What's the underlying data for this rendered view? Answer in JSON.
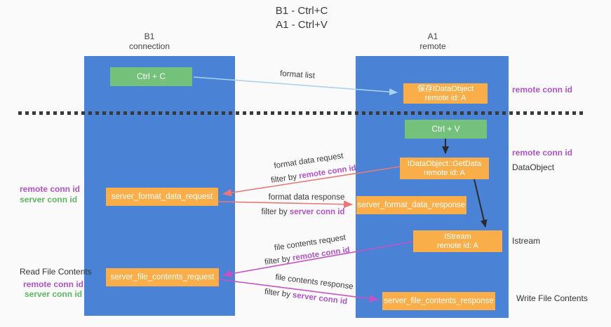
{
  "title": {
    "line1": "B1 - Ctrl+C",
    "line2": "A1 - Ctrl+V"
  },
  "lanes": {
    "b1": {
      "name": "B1",
      "role": "connection"
    },
    "a1": {
      "name": "A1",
      "role": "remote"
    }
  },
  "nodes": {
    "ctrl_c": {
      "label": "Ctrl + C"
    },
    "ctrl_v": {
      "label": "Ctrl + V"
    },
    "save_dataobject": {
      "line1": "保存IDataObject",
      "line2": "remote id: A"
    },
    "getdata": {
      "line1": "IDataObject::GetData",
      "line2": "remote id: A"
    },
    "istream": {
      "line1": "IStream",
      "line2": "remote id: A"
    },
    "server_format_data_request": {
      "label": "server_format_data_request"
    },
    "server_format_data_response": {
      "label": "server_format_data_response"
    },
    "server_file_contents_request": {
      "label": "server_file_contents_request"
    },
    "server_file_contents_response": {
      "label": "server_file_contents_response"
    }
  },
  "annotations": {
    "remote_conn_id": "remote conn id",
    "server_conn_id": "server conn id",
    "dataobject": "DataObject",
    "istream": "Istream",
    "read_file_contents": "Read File Contents",
    "write_file_contents": "Write File Contents"
  },
  "arrows": {
    "format_list": "format list",
    "format_data_request": "format data request",
    "format_data_response": "format data response",
    "file_contents_request": "file contents request",
    "file_contents_response": "file contents response",
    "filter_by": "filter by "
  },
  "colors": {
    "lane_blue": "#4a83d6",
    "action_green": "#74c17b",
    "message_orange": "#f9ae49",
    "remote_conn_purple": "#b153c8",
    "server_conn_green": "#5cb860",
    "format_arrow_red": "#e87878",
    "file_arrow_magenta": "#c653c6",
    "format_list_blue": "#a9d2f0",
    "dashed_line": "#3a3a3a"
  }
}
